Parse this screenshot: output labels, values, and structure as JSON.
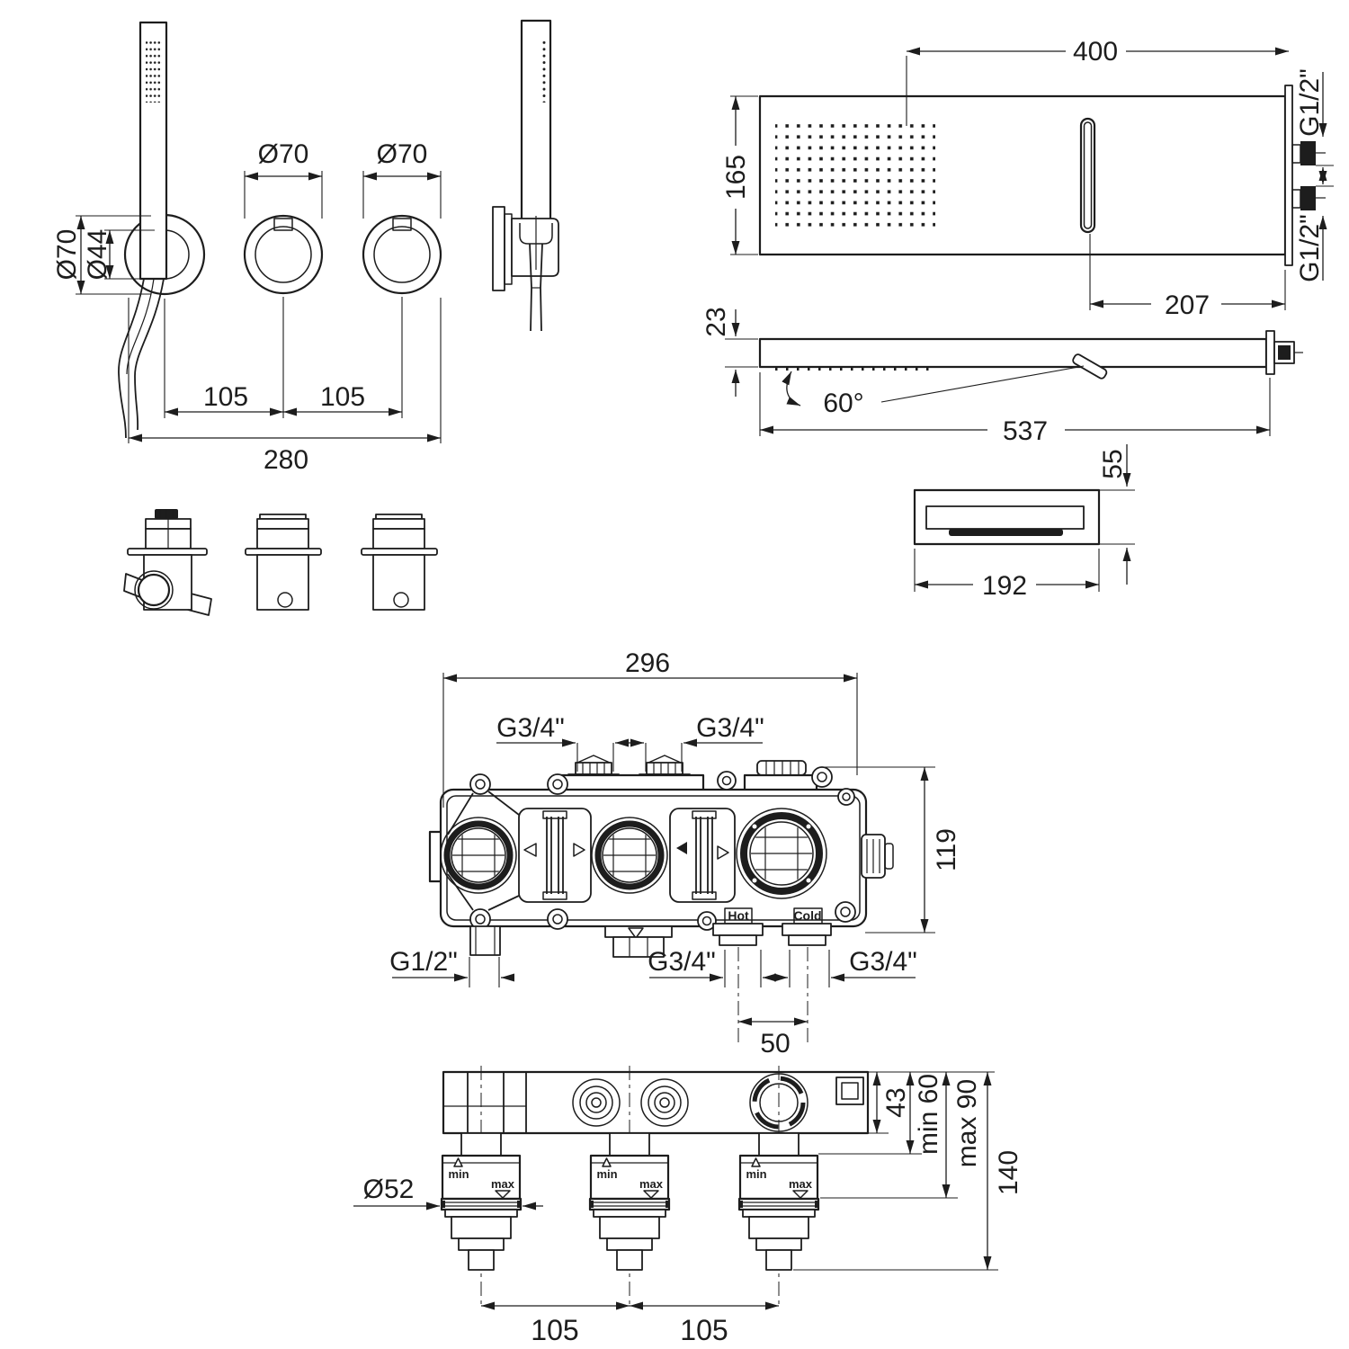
{
  "colors": {
    "line": "#1d1d1d",
    "background": "#ffffff"
  },
  "labels": {
    "dia70": "Ø70",
    "dia44": "Ø44",
    "d105": "105",
    "d280": "280",
    "d400": "400",
    "d165": "165",
    "g12": "G1/2\"",
    "d207": "207",
    "d23": "23",
    "d60": "60°",
    "d537": "537",
    "d55": "55",
    "d192": "192",
    "d296": "296",
    "g34": "G3/4\"",
    "d119": "119",
    "hot": "Hot",
    "cold": "Cold",
    "d50": "50",
    "d43": "43",
    "min60": "min 60",
    "max90": "max 90",
    "d140": "140",
    "dia52": "Ø52",
    "min": "min",
    "max": "max"
  }
}
